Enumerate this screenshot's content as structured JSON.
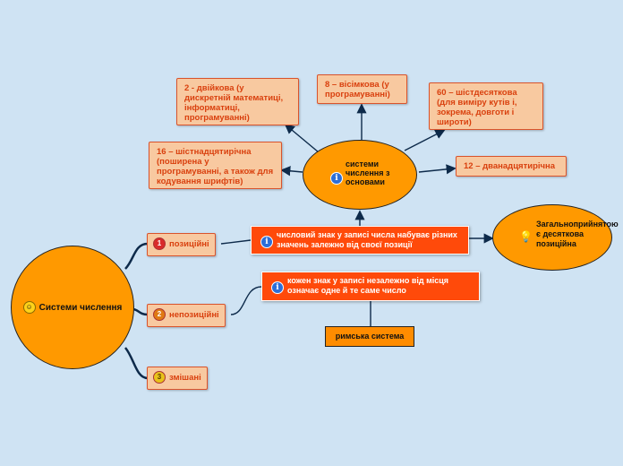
{
  "root": {
    "label": "Системи числення",
    "icon": "smiley-icon"
  },
  "branches": [
    {
      "number": "1",
      "label": "позиційні",
      "color": "#d92b2b"
    },
    {
      "number": "2",
      "label": "непозиційні",
      "color": "#e07a14"
    },
    {
      "number": "3",
      "label": "змішані",
      "color": "#e8c21a"
    }
  ],
  "positional_note": "числовий знак у записі числа набуває різних значень залежно від своєї позиції",
  "nonpositional_note": "кожен знак у записі незалежно від місця означає одне й те саме число",
  "roman_label": "римська система",
  "bases_hub": "системи числення з основами",
  "common_note": {
    "label": "Загальноприйнятою є десяткова позиційна",
    "icon": "lightbulb-icon"
  },
  "bases": {
    "binary": "2 - двійкова (у дискретній математиці, інформатиці, програмуванні)",
    "octal": "8 – вісімкова (у програмуванні)",
    "sexagesimal": "60 –  шістдесяткова (для виміру кутів і, зокрема, довготи і широти)",
    "hex": "16 –  шістнадцятирічна (поширена у програмуванні, а також для кодування шрифтів)",
    "duodecimal": "12 – дванадцятирічна"
  },
  "colors": {
    "background": "#cfe3f3",
    "accent": "#ff9900",
    "red": "#ff4a0a",
    "peach": "#f8c9a0",
    "line": "#0d2a4a"
  }
}
